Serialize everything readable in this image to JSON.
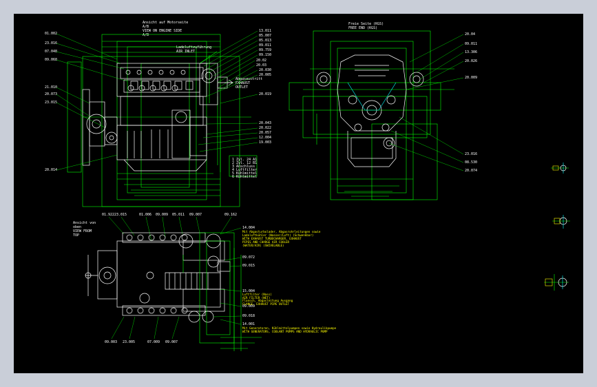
{
  "side_view": {
    "title": [
      "Ansicht auf Motorseite",
      "A/B",
      "VIEW ON ENGINE SIDE",
      "A/B"
    ],
    "left_callouts": [
      "01.002",
      "23.016",
      "07.048",
      "09.068",
      "21.010",
      "20.073",
      "23.015",
      "20.014"
    ],
    "top_callouts": [
      "13.011",
      "05.007",
      "05.013",
      "09.011",
      "09.759",
      "09.150",
      "20.02",
      "20.03",
      "20.030",
      "20.005",
      "20.019"
    ],
    "right_callouts": [
      "20.043",
      "20.022",
      "20.057",
      "12.004",
      "19.003"
    ],
    "exhaust_label": [
      "Abgasaustritt",
      "EXHAUST",
      "OUTLET"
    ],
    "charge_air_label": [
      "Ladeluftzuführung",
      "AIR INLET"
    ],
    "legend": [
      "1  Zyl. 24 A1",
      "2  Zyl. 12 B1",
      "3  Anschluss",
      "4  Luftfilter",
      "5  Kühlmittel",
      "6  Kühlmittel"
    ]
  },
  "front_view": {
    "title": [
      "Freie Seite (KGS)",
      "FREE END (KGS)"
    ],
    "right_callouts": [
      "20.04",
      "09.011",
      "13.306",
      "20.026",
      "20.009",
      "23.016",
      "08.530",
      "20.074"
    ]
  },
  "top_view": {
    "title": [
      "Ansicht von",
      "oben",
      "VIEW FROM",
      "TOP"
    ],
    "top_callouts": [
      "01.922",
      "23.015",
      "01.006",
      "09.009",
      "05.011",
      "09.007",
      "09.162"
    ],
    "right_callouts": [
      "14.004",
      "09.072",
      "09.015",
      "15.004",
      "09.009",
      "09.018",
      "14.001"
    ],
    "bottom_callouts": [
      "09.003",
      "23.005",
      "07.009",
      "09.007"
    ],
    "note1": [
      "Mit Abgasturbolader, Abgasrohrleitungen sowie",
      "Ladeluftkühler (Wasser/Luft) (Schwenkbar)",
      "WITH EXHAUST TURBOCHARGER, EXHAUST",
      "PIPES AND CHARGE AIR COOLER",
      "(WATER/AIR) (SWIVELABLE)"
    ],
    "note2": [
      "Luftfilter (Nass)",
      "AIR FILTER (WET)"
    ],
    "note3": [
      "Flansch, Abgasleitung Ausgang",
      "FLANGE, EXHAUST PIPE OUTLET"
    ],
    "note4": [
      "Mit Generatoren, Kühlmittelpumpen sowie Hydraulikpumpe",
      "WITH GENERATORS, COOLANT PUMPS AND HYDRAULIC PUMP"
    ]
  }
}
